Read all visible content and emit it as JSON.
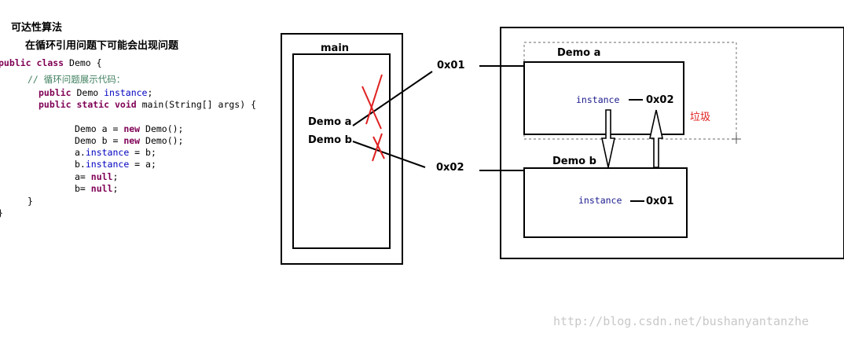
{
  "title": "可达性算法",
  "subtitle": "在循环引用问题下可能会出现问题",
  "code": {
    "l1_kw1": "public",
    "l1_kw2": "class",
    "l1_rest": " Demo {",
    "l2_comment": "// 循环问题展示代码：",
    "l3_kw": "public",
    "l3_type": " Demo ",
    "l3_field": "instance",
    "l3_end": ";",
    "l4_kw1": "public",
    "l4_kw2": "static",
    "l4_kw3": "void",
    "l4_rest": " main(String[] args) {",
    "l5_start": "Demo a = ",
    "l5_kw": "new",
    "l5_end": " Demo();",
    "l6_start": "Demo b = ",
    "l6_kw": "new",
    "l6_end": " Demo();",
    "l7_start": "a.",
    "l7_field": "instance",
    "l7_end": " = b;",
    "l8_start": "b.",
    "l8_field": "instance",
    "l8_end": " = a;",
    "l9_start": "a= ",
    "l9_kw": "null",
    "l9_end": ";",
    "l10_start": "b= ",
    "l10_kw": "null",
    "l10_end": ";",
    "l11": "}",
    "l12": "}"
  },
  "stack": {
    "frame_label": "main",
    "var_a": "Demo a",
    "var_b": "Demo b"
  },
  "addresses": {
    "addr1": "0x01",
    "addr2": "0x02"
  },
  "heap": {
    "obj_a_label": "Demo a",
    "obj_a_field": "instance",
    "obj_a_ref": "0x02",
    "obj_b_label": "Demo b",
    "obj_b_field": "instance",
    "obj_b_ref": "0x01",
    "garbage_label": "垃圾"
  },
  "watermark": "http://blog.csdn.net/bushanyantanzhe",
  "colors": {
    "keyword": "#7f0055",
    "field": "#0000c0",
    "comment": "#3f7f5f",
    "cross": "#e02020",
    "garbage": "#e02020"
  }
}
